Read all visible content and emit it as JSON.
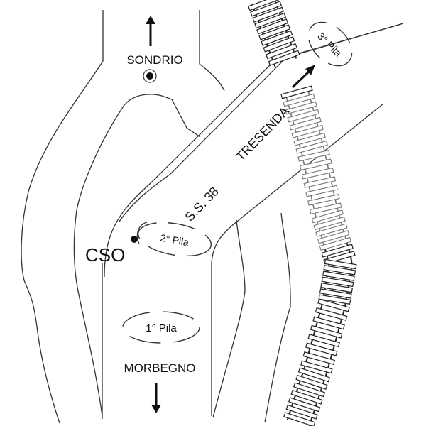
{
  "diagram": {
    "type": "schematic road map",
    "labels": {
      "north_city": "SONDRIO",
      "south_city": "MORBEGNO",
      "road": "S.S. 38",
      "direction": "TRESENDA",
      "control_station": "CSO"
    },
    "piles": [
      {
        "label": "1° Pila"
      },
      {
        "label": "2° Pila"
      },
      {
        "label": "3° Pila"
      }
    ],
    "arrows": {
      "sondrio": "arrow-up",
      "morbegno": "arrow-down",
      "tresenda": "arrow-up-right"
    },
    "colors": {
      "line": "#333333",
      "text": "#111111",
      "background": "#ffffff"
    }
  }
}
